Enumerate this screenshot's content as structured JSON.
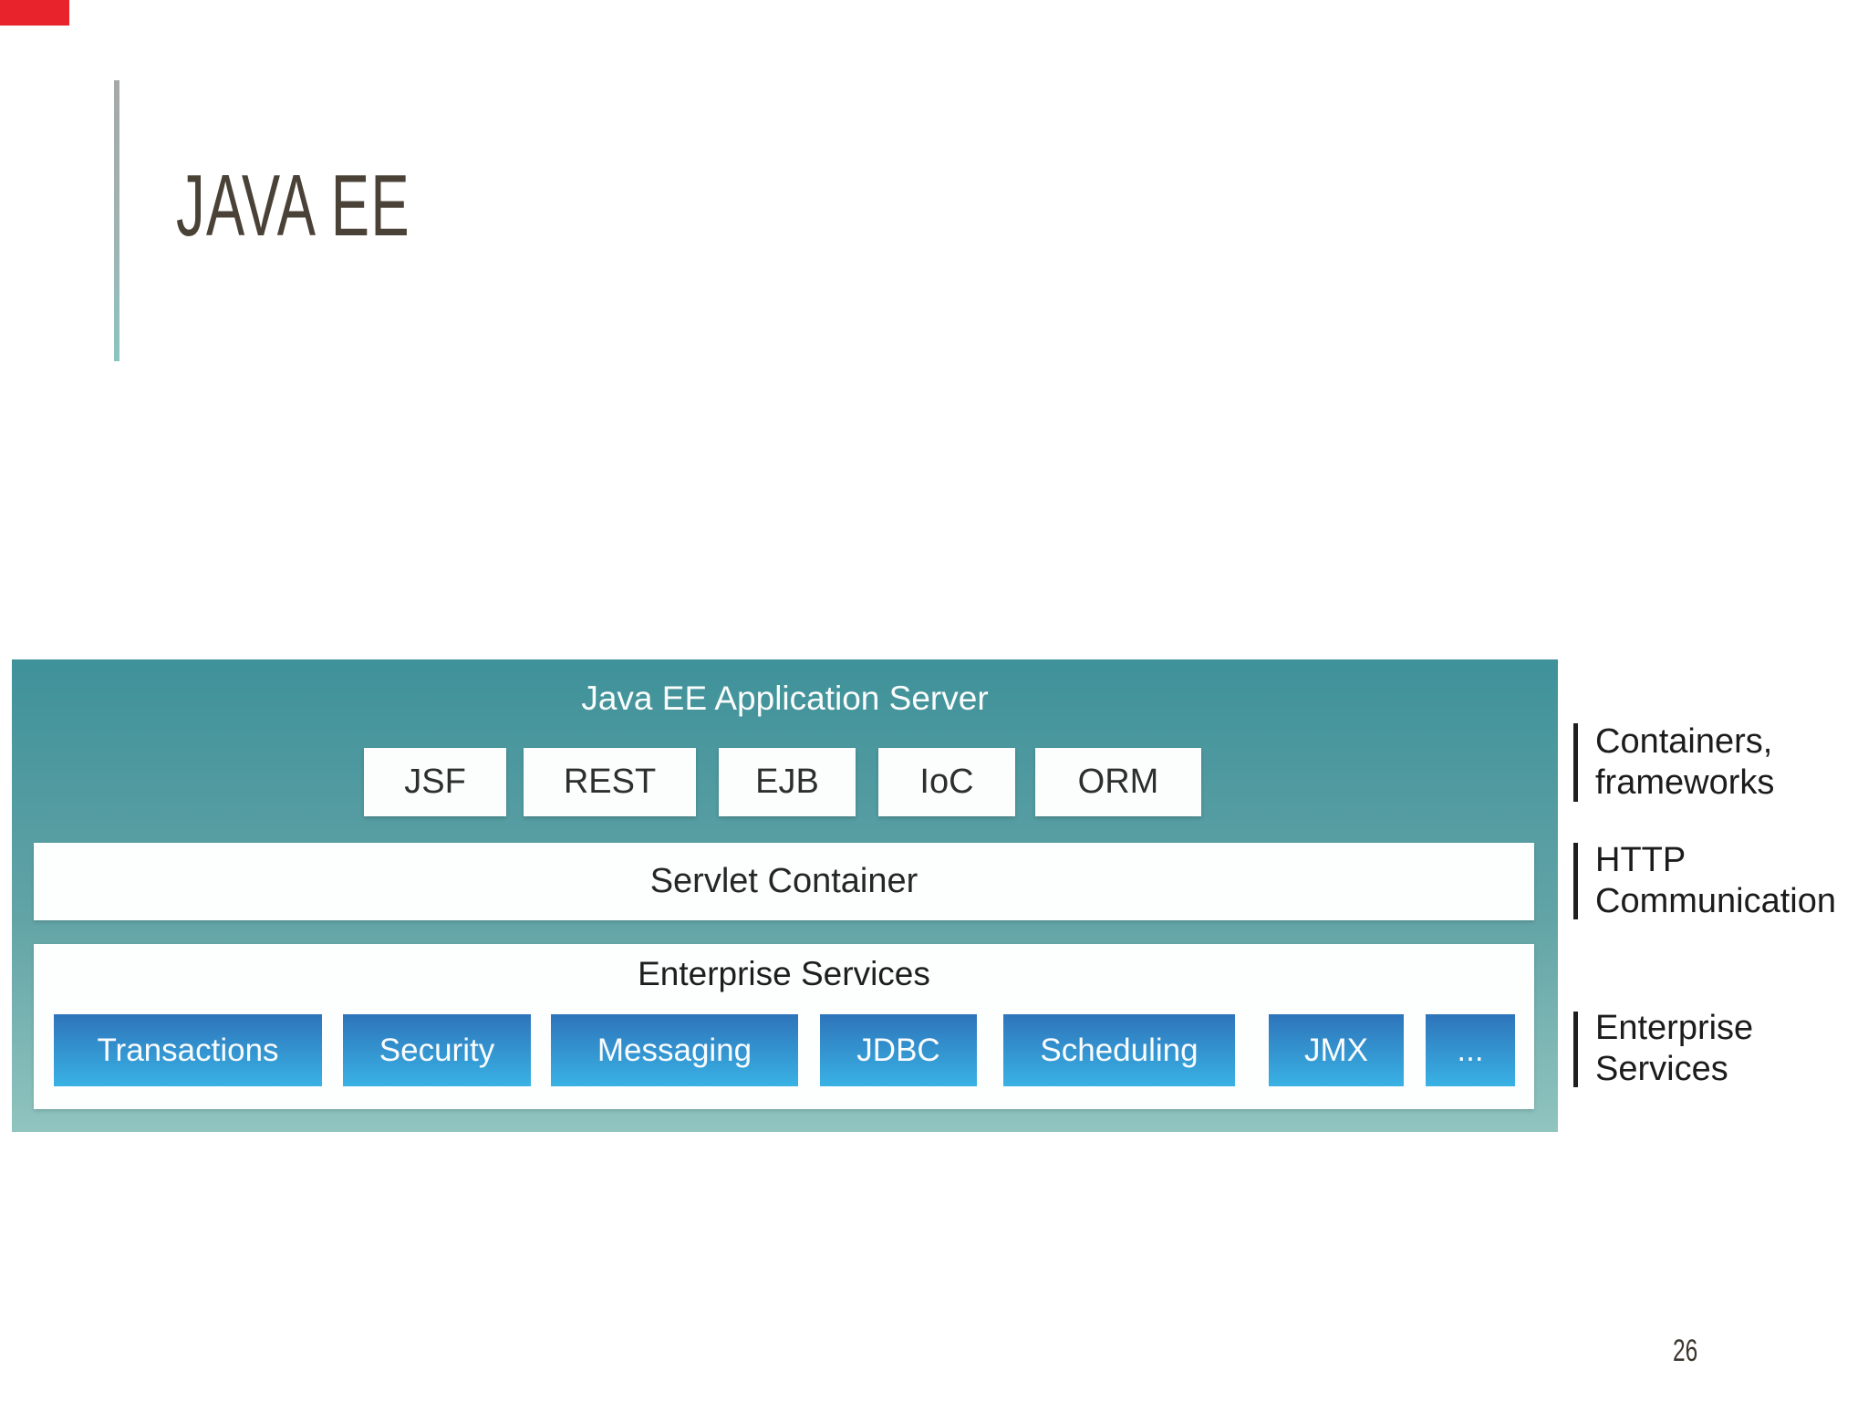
{
  "slide": {
    "title": "JAVA EE",
    "page_number": "26"
  },
  "colors": {
    "corner_marker_red": "#E8232B",
    "panel_teal_top": "#3F919A",
    "panel_teal_bottom": "#90C4BF",
    "service_blue_top": "#2E74BA",
    "service_blue_bottom": "#39B2E4",
    "title_text": "#4A4237"
  },
  "diagram": {
    "server_title": "Java EE Application Server",
    "frameworks": [
      "JSF",
      "REST",
      "EJB",
      "IoC",
      "ORM"
    ],
    "servlet_container": "Servlet Container",
    "enterprise_services": {
      "title": "Enterprise Services",
      "services": [
        "Transactions",
        "Security",
        "Messaging",
        "JDBC",
        "Scheduling",
        "JMX",
        "..."
      ]
    }
  },
  "annotations": [
    {
      "line1": "Containers,",
      "line2": "frameworks"
    },
    {
      "line1": "HTTP",
      "line2": "Communication"
    },
    {
      "line1": "Enterprise",
      "line2": "Services"
    }
  ]
}
